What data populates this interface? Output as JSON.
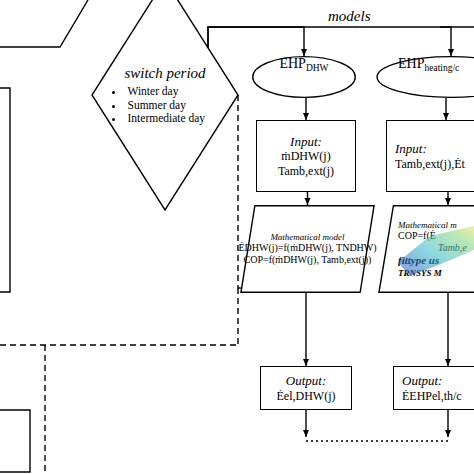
{
  "diagram": {
    "nodes": [
      {
        "text": [
          "switch period",
          "Winter day",
          "Summer day",
          "Intermediate day"
        ]
      },
      {
        "text": [
          "EHP",
          "DHW"
        ]
      },
      {
        "text": [
          "EHP",
          "heating/c"
        ]
      },
      {
        "text": [
          "Input:",
          "ṁDHW(j)",
          "Tamb,ext(j)"
        ]
      },
      {
        "text": [
          "Input:",
          "Tamb,ext(j),Ėt"
        ]
      },
      {
        "text": [
          "Mathematical model",
          "ĖDHW(j)=f(ṁDHW(j), TNDHW)",
          "COP=f(ṁDHW(j), Tamb,ext(j))"
        ]
      },
      {
        "text": [
          "Mathematical m",
          "COP=f(Ė",
          "Tamb,e",
          "fittype us",
          "TRNSYS M"
        ]
      },
      {
        "text": [
          "Output:",
          "Ėel,DHW(j)"
        ]
      },
      {
        "text": [
          "Output:",
          "ĖEHPel,th/c"
        ]
      }
    ],
    "edges": [
      {
        "from": 0,
        "to": 1,
        "arrow": "to",
        "label": "models"
      },
      {
        "from": 0,
        "to": 2,
        "arrow": "to"
      },
      {
        "from": 0,
        "to": 5,
        "arrow": "none"
      },
      {
        "from": 1,
        "to": 3,
        "arrow": "to"
      },
      {
        "from": 3,
        "to": 5,
        "arrow": "to"
      },
      {
        "from": 5,
        "to": 7,
        "arrow": "to"
      },
      {
        "from": 2,
        "to": 4,
        "arrow": "to"
      },
      {
        "from": 4,
        "to": 6,
        "arrow": "to"
      },
      {
        "from": 6,
        "to": 8,
        "arrow": "to"
      }
    ]
  }
}
